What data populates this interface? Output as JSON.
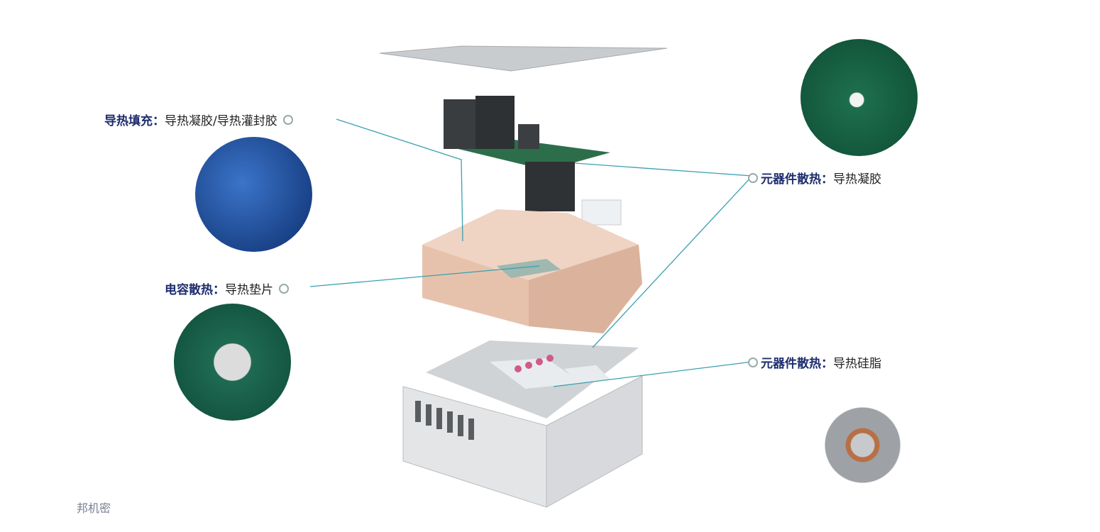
{
  "labels": [
    {
      "key": "导热填充：",
      "value": "导热凝胶/导热灌封胶"
    },
    {
      "key": "电容散热：",
      "value": "导热垫片"
    },
    {
      "key": "元器件散热：",
      "value": "导热凝胶"
    },
    {
      "key": "元器件散热：",
      "value": "导热硅脂"
    }
  ],
  "watermark": "邦机密",
  "colors": {
    "label_key": "#1d2d6e",
    "leader_line": "#3aa0b0",
    "housing": "#e8c6b4"
  }
}
